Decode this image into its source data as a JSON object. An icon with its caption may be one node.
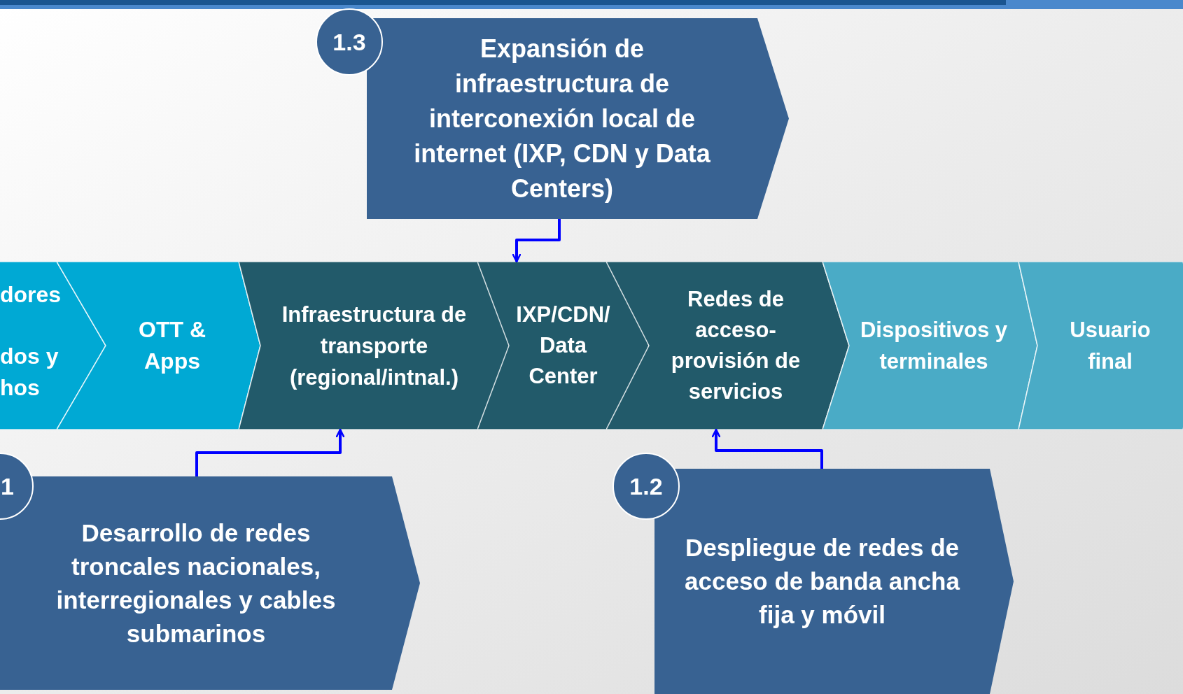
{
  "diagram": {
    "nodes": [
      {
        "text": [
          "1.3"
        ]
      },
      {
        "text": [
          "Expansión de infraestructura de interconexión local de internet (IXP, CDN y Data Centers)"
        ]
      },
      {
        "text": [
          "dores",
          "dos y hos"
        ]
      },
      {
        "text": [
          "OTT & Apps"
        ]
      },
      {
        "text": [
          "Infraestructura de transporte (regional/intnal.)"
        ]
      },
      {
        "text": [
          "IXP/CDN/ Data Center"
        ]
      },
      {
        "text": [
          "Redes de acceso-provisión de servicios"
        ]
      },
      {
        "text": [
          "Dispositivos y terminales"
        ]
      },
      {
        "text": [
          "Usuario final"
        ]
      },
      {
        "text": [
          "1"
        ]
      },
      {
        "text": [
          "Desarrollo de redes troncales nacionales, interregionales y cables submarinos"
        ]
      },
      {
        "text": [
          "1.2"
        ]
      },
      {
        "text": [
          "Despliegue de redes de acceso de banda ancha fija y móvil"
        ]
      }
    ],
    "edges": [
      {
        "from": 1,
        "to": 5,
        "arrow": "to"
      },
      {
        "from": 10,
        "to": 4,
        "arrow": "to"
      },
      {
        "from": 12,
        "to": 6,
        "arrow": "to"
      }
    ]
  }
}
